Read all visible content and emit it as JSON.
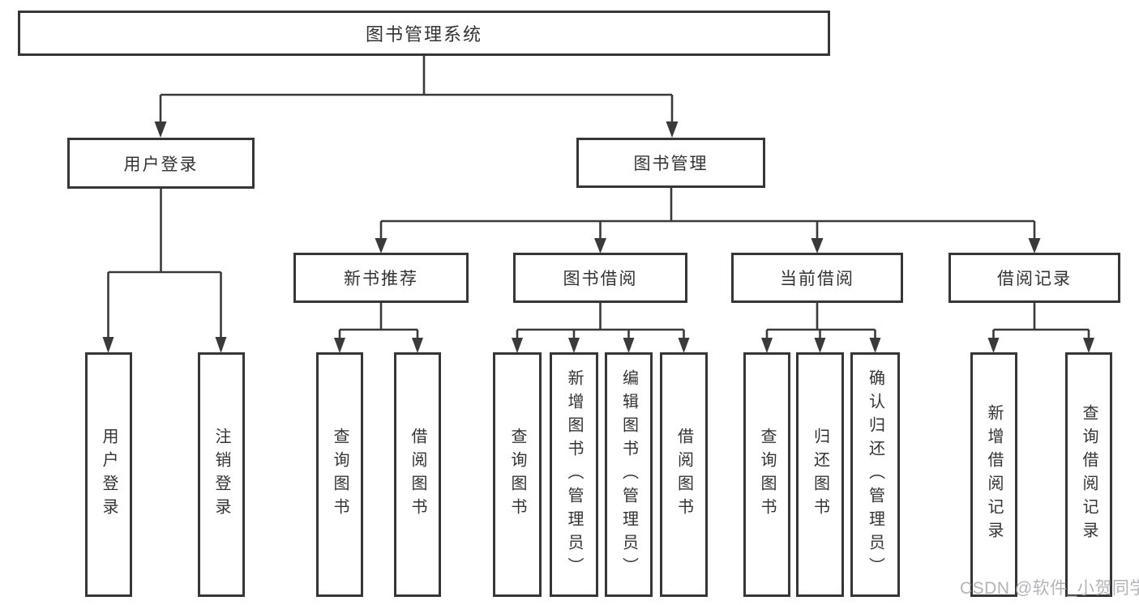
{
  "root": "图书管理系统",
  "branches": [
    {
      "label": "用户登录",
      "children": [
        "用户登录",
        "注销登录"
      ]
    },
    {
      "label": "图书管理",
      "children": [
        {
          "label": "新书推荐",
          "children": [
            "查询图书",
            "借阅图书"
          ]
        },
        {
          "label": "图书借阅",
          "children": [
            "查询图书",
            "新增图书（管理员）",
            "编辑图书（管理员）",
            "借阅图书"
          ]
        },
        {
          "label": "当前借阅",
          "children": [
            "查询图书",
            "归还图书",
            "确认归还（管理员）"
          ]
        },
        {
          "label": "借阅记录",
          "children": [
            "新增借阅记录",
            "查询借阅记录"
          ]
        }
      ]
    }
  ],
  "watermark": "CSDN @软件_小贺同学",
  "colors": {
    "line": "#3a3a3a",
    "box_border": "#363636",
    "text": "#333333",
    "watermark": "#b4b4b8",
    "background": "#ffffff"
  }
}
